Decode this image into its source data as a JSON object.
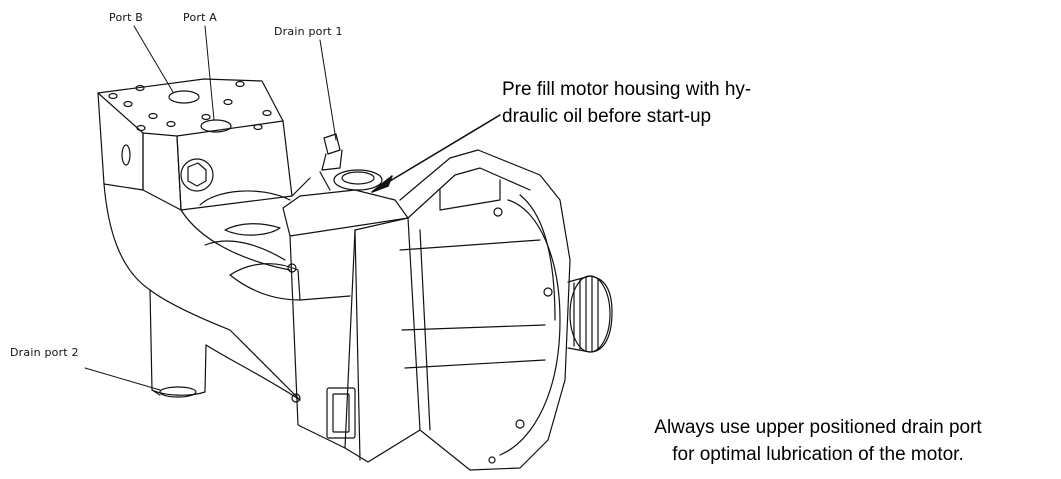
{
  "labels": {
    "port_b": "Port B",
    "port_a": "Port A",
    "drain_port_1": "Drain port 1",
    "drain_port_2": "Drain port 2"
  },
  "notes": {
    "prefill_line1": "Pre fill motor housing with hy-",
    "prefill_line2": "draulic oil before start-up",
    "drain_line1": "Always use upper positioned drain port",
    "drain_line2": "for optimal lubrication of the motor."
  }
}
